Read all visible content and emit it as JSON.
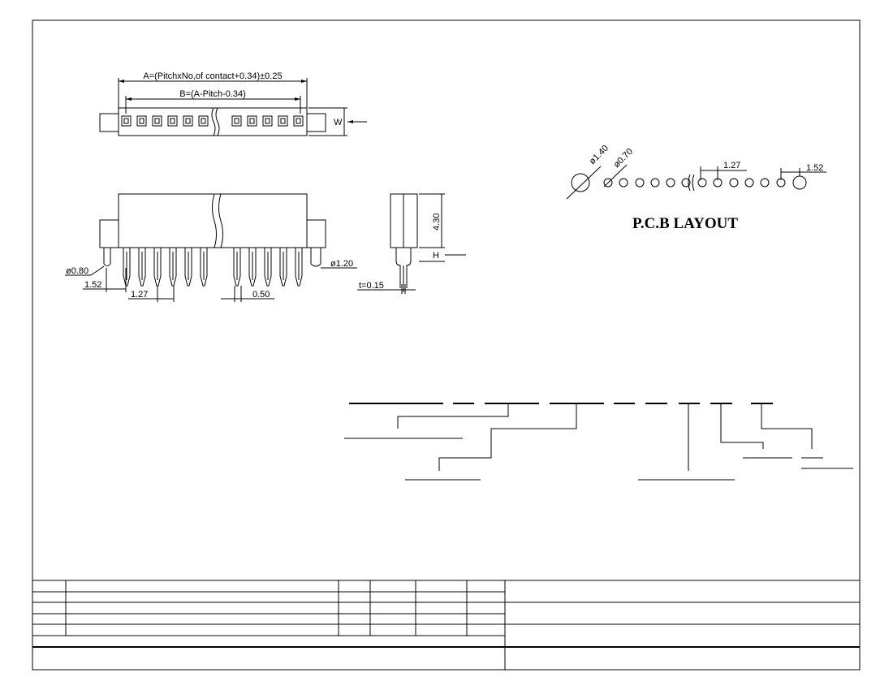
{
  "dimensions": {
    "a_formula": "A=(PitchxNo,of  contact+0.34)±0.25",
    "b_formula": "B=(A-Pitch-0.34)",
    "w": "W",
    "h": "H",
    "height": "4.30",
    "dia_080": "ø0.80",
    "dia_120": "ø1.20",
    "dim_152": "1.52",
    "dim_127": "1.27",
    "dim_050": "0.50",
    "thickness": "t=0.15"
  },
  "pcb": {
    "dia_140": "ø1.40",
    "dia_070": "ø0.70",
    "pitch": "1.27",
    "end_pitch": "1.52",
    "title": "P.C.B  LAYOUT"
  }
}
